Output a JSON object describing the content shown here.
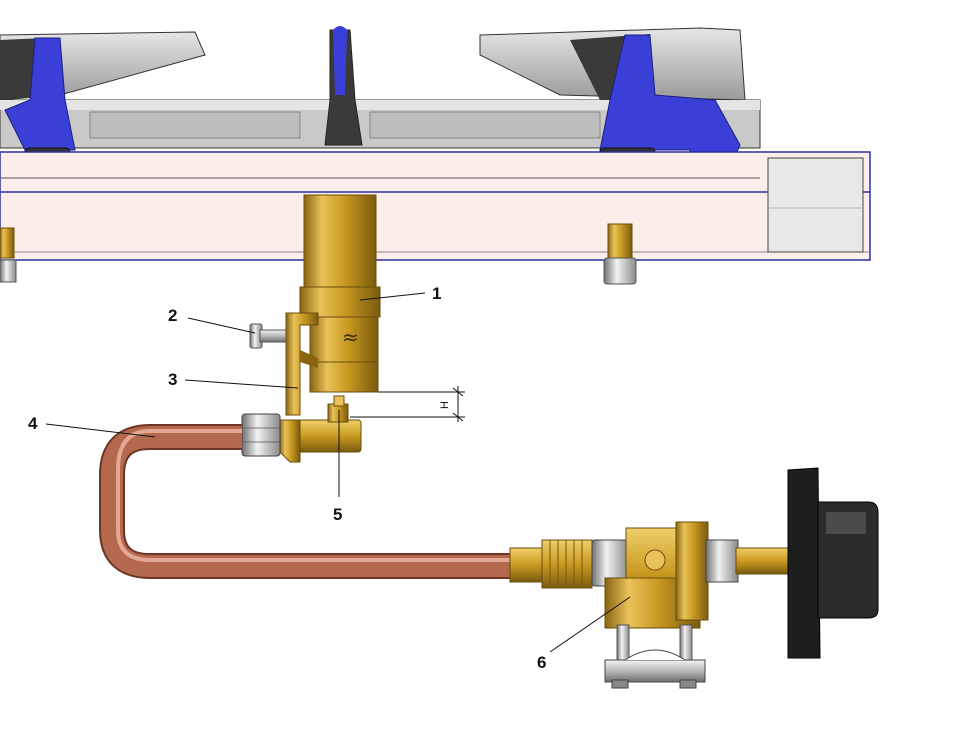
{
  "callouts": [
    {
      "label": "1"
    },
    {
      "label": "2"
    },
    {
      "label": "3"
    },
    {
      "label": "4"
    },
    {
      "label": "5"
    },
    {
      "label": "6"
    }
  ],
  "dimension": {
    "label": "H"
  },
  "colors": {
    "brass": "#d4a52a",
    "brass_dark": "#8a6510",
    "copper": "#b4694f",
    "grate": "#3a3fd8",
    "steel": "#c8c8c8",
    "knob": "#1e1e1e",
    "cooktop": "#fbeeea"
  }
}
